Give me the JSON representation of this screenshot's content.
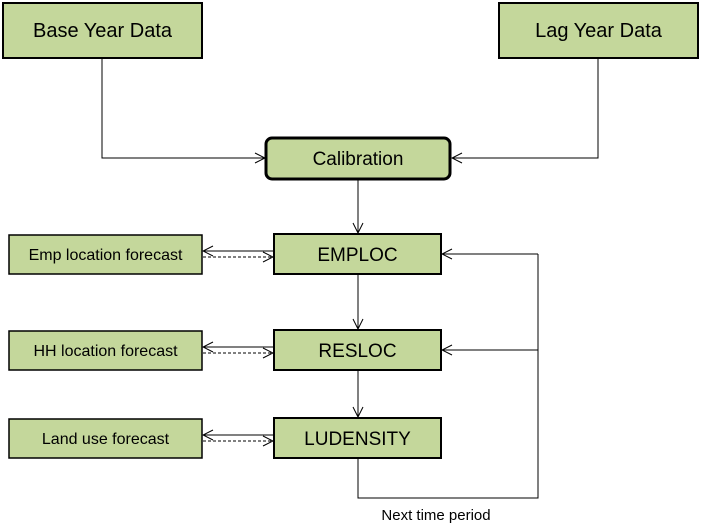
{
  "diagram": {
    "nodes": {
      "base_year": "Base Year Data",
      "lag_year": "Lag Year Data",
      "calibration": "Calibration",
      "emploc": "EMPLOC",
      "resloc": "RESLOC",
      "ludensity": "LUDENSITY",
      "emp_forecast": "Emp location forecast",
      "hh_forecast": "HH location forecast",
      "land_forecast": "Land use forecast"
    },
    "loop_label": "Next time period",
    "colors": {
      "box_fill": "#c4d79b",
      "stroke": "#000000"
    }
  }
}
